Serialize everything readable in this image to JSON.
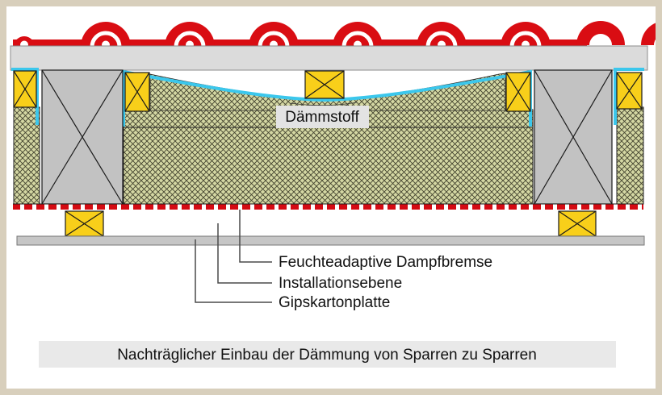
{
  "diagram": {
    "insulation_label": "Dämmstoff",
    "callouts": [
      "Feuchteadaptive Dampfbremse",
      "Installationsebene",
      "Gipskartonplatte"
    ],
    "caption": "Nachträglicher Einbau der Dämmung von Sparren zu Sparren"
  },
  "colors": {
    "tile_red": "#d90d13",
    "barrier_red": "#d40a12",
    "batten_yellow": "#f8cf1a",
    "rafter_gray": "#c2c2c2",
    "sheathing_gray": "#dbdbdb",
    "gypsum_gray": "#c6c6c6",
    "insulation_green": "#d4d7a3",
    "hatch_line": "#42422e",
    "membrane_cyan": "#3bc7ec",
    "frame_tan": "#d8cfbc",
    "label_bg": "#e3e3e3",
    "caption_bg": "#e9e9e9",
    "text": "#111111"
  }
}
